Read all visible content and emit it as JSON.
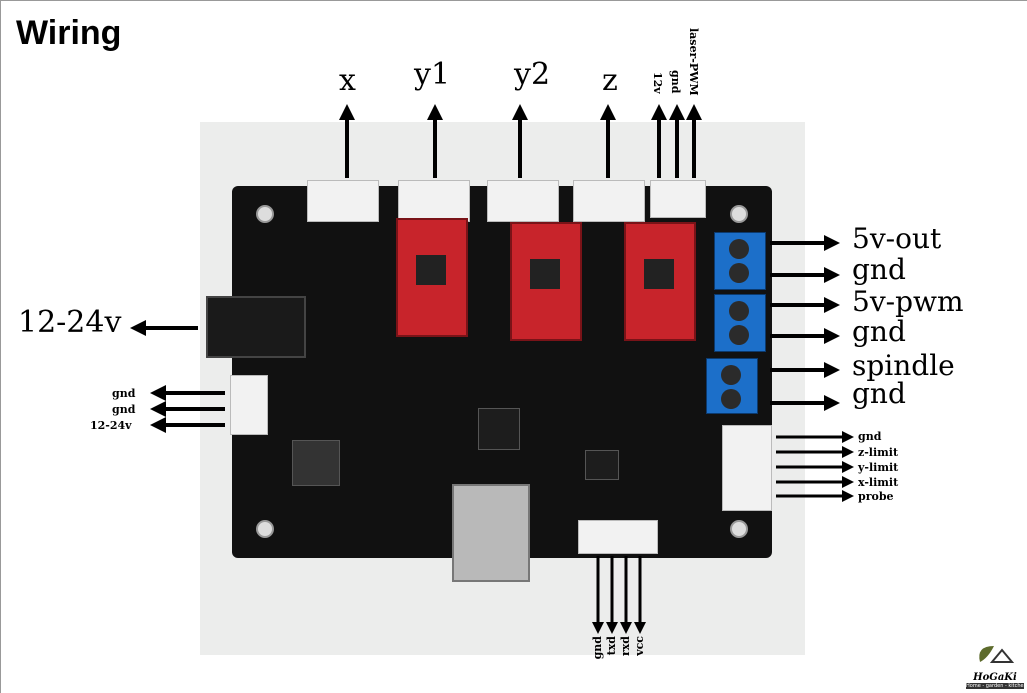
{
  "title": "Wiring",
  "top_labels": [
    "x",
    "y1",
    "y2",
    "z"
  ],
  "top_small_labels": [
    "12v",
    "gnd",
    "laser-PWM"
  ],
  "right_labels": [
    "5v-out",
    "gnd",
    "5v-pwm",
    "gnd",
    "spindle",
    "gnd"
  ],
  "left_power_label": "12-24v",
  "left_small_labels": [
    "gnd",
    "gnd",
    "12-24v"
  ],
  "limit_labels": [
    "gnd",
    "z-limit",
    "y-limit",
    "x-limit",
    "probe"
  ],
  "bottom_labels": [
    "gnd",
    "txd",
    "rxd",
    "vcc"
  ],
  "logo": {
    "name": "HoGaKi",
    "tagline": "Home - garden - kitchen"
  }
}
